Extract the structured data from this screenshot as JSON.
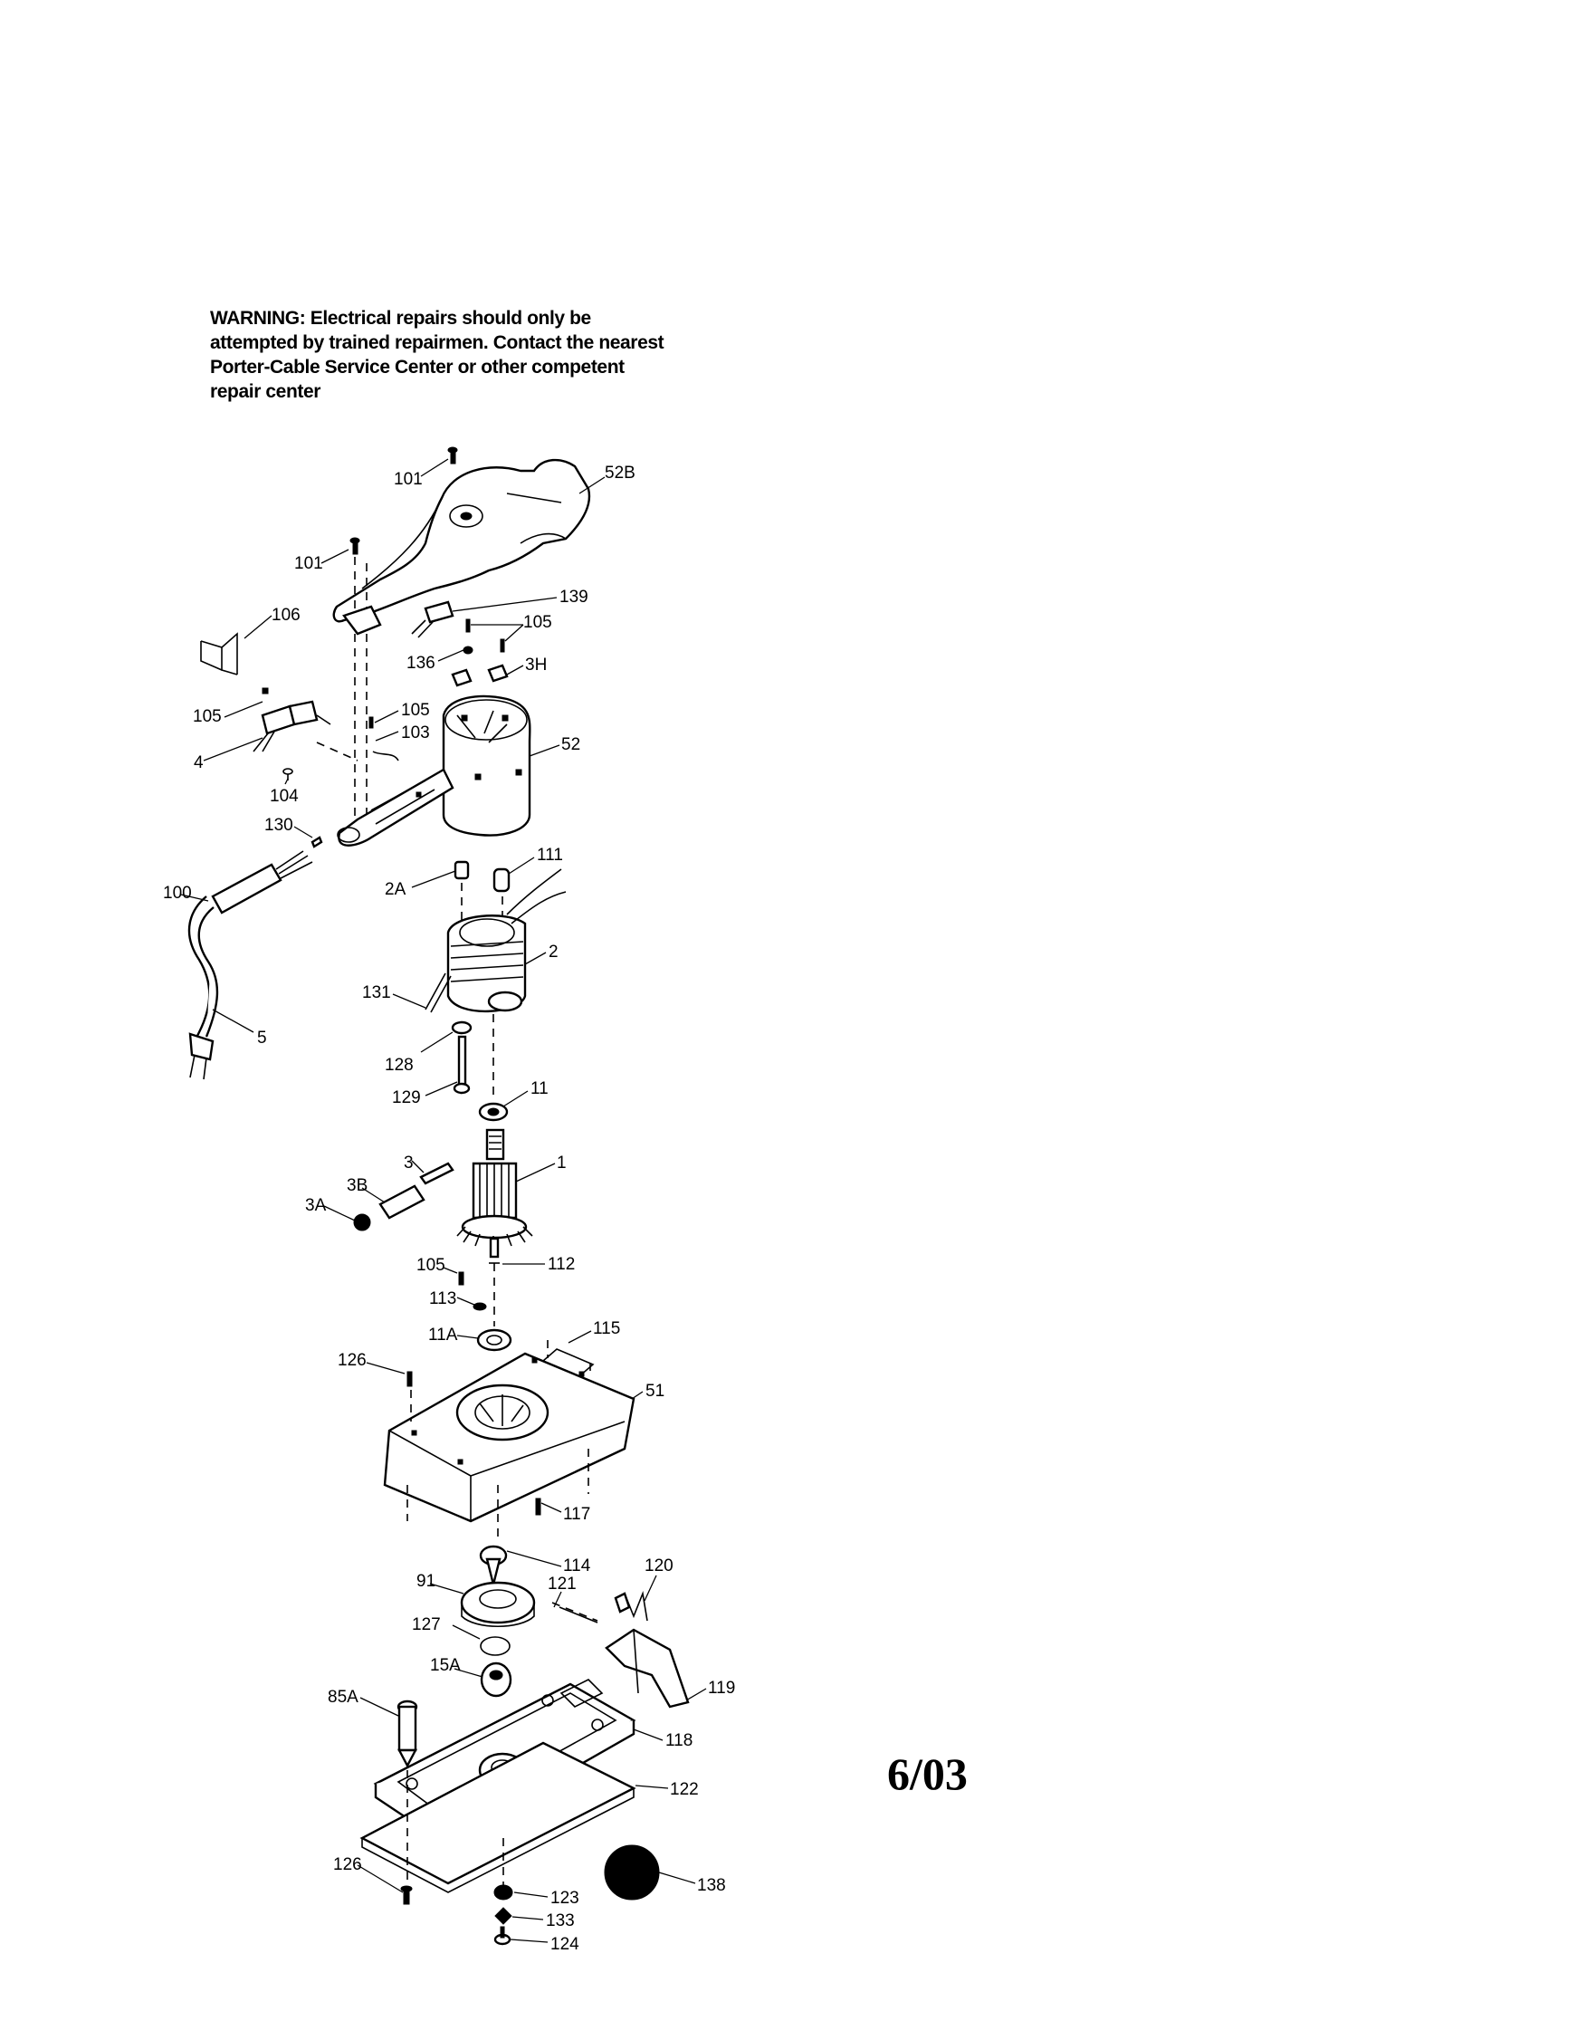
{
  "warning": {
    "lines": [
      "WARNING: Electrical repairs should only be",
      "attempted by trained repairmen. Contact the nearest",
      "Porter-Cable Service Center or other competent",
      "repair center"
    ]
  },
  "date_stamp": "6/03",
  "callouts": {
    "c101a": "101",
    "c52b": "52B",
    "c101b": "101",
    "c139": "139",
    "c106": "106",
    "c105a": "105",
    "c136": "136",
    "c3h": "3H",
    "c105b": "105",
    "c105c": "105",
    "c103": "103",
    "c4": "4",
    "c52": "52",
    "c104": "104",
    "c130": "130",
    "c111": "111",
    "c2a": "2A",
    "c100": "100",
    "c2": "2",
    "c131": "131",
    "c5": "5",
    "c128": "128",
    "c129": "129",
    "c11": "11",
    "c1": "1",
    "c3": "3",
    "c3b": "3B",
    "c3a": "3A",
    "c105d": "105",
    "c112": "112",
    "c113": "113",
    "c11a": "11A",
    "c115": "115",
    "c126a": "126",
    "c51": "51",
    "c117": "117",
    "c114": "114",
    "c120": "120",
    "c91": "91",
    "c121": "121",
    "c127": "127",
    "c15a": "15A",
    "c119": "119",
    "c85a": "85A",
    "c118": "118",
    "c122": "122",
    "c126b": "126",
    "c138": "138",
    "c123": "123",
    "c133": "133",
    "c124": "124"
  }
}
